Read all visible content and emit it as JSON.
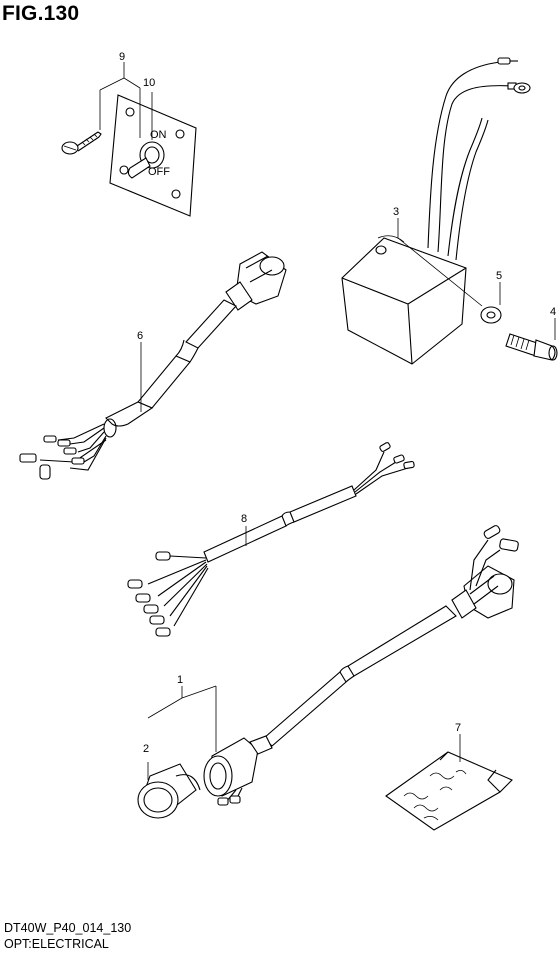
{
  "figure": {
    "title": "FIG.130",
    "code": "DT40W_P40_014_130",
    "category": "OPT:ELECTRICAL"
  },
  "switch_plate": {
    "label_on": "ON",
    "label_off": "OFF"
  },
  "callouts": [
    {
      "id": "c9",
      "text": "9"
    },
    {
      "id": "c10",
      "text": "10"
    },
    {
      "id": "c3",
      "text": "3"
    },
    {
      "id": "c5",
      "text": "5"
    },
    {
      "id": "c4",
      "text": "4"
    },
    {
      "id": "c6",
      "text": "6"
    },
    {
      "id": "c8",
      "text": "8"
    },
    {
      "id": "c7",
      "text": "7"
    },
    {
      "id": "c1",
      "text": "1"
    },
    {
      "id": "c2",
      "text": "2"
    }
  ]
}
